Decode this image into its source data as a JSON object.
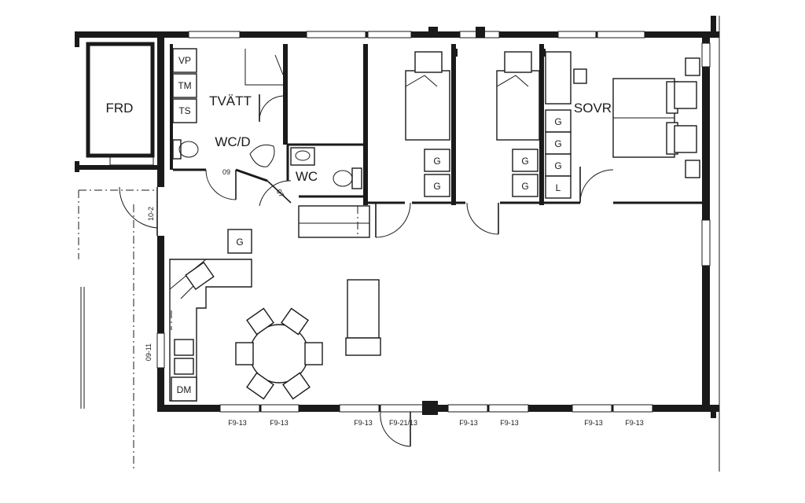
{
  "rooms": {
    "frd": "FRD",
    "tvatt": "TVÄTT",
    "wc_d": "WC/D",
    "wc": "WC",
    "sovr": "SOVR"
  },
  "fixtures": {
    "vp": "VP",
    "tm": "TM",
    "ts": "TS",
    "dm": "DM",
    "g": "G",
    "l": "L"
  },
  "door_codes": {
    "d09": "09",
    "d07": "07",
    "d10_2": "10-2",
    "d09_11": "09-11"
  },
  "window_codes": {
    "w1": "F9-13",
    "w2": "F9-13",
    "w3": "F9-13",
    "w4": "F9-21/13",
    "w5": "F9-13",
    "w6": "F9-13",
    "w7": "F9-13",
    "w8": "F9-13"
  },
  "colors": {
    "ink": "#1a1a1a",
    "paper": "#ffffff"
  }
}
